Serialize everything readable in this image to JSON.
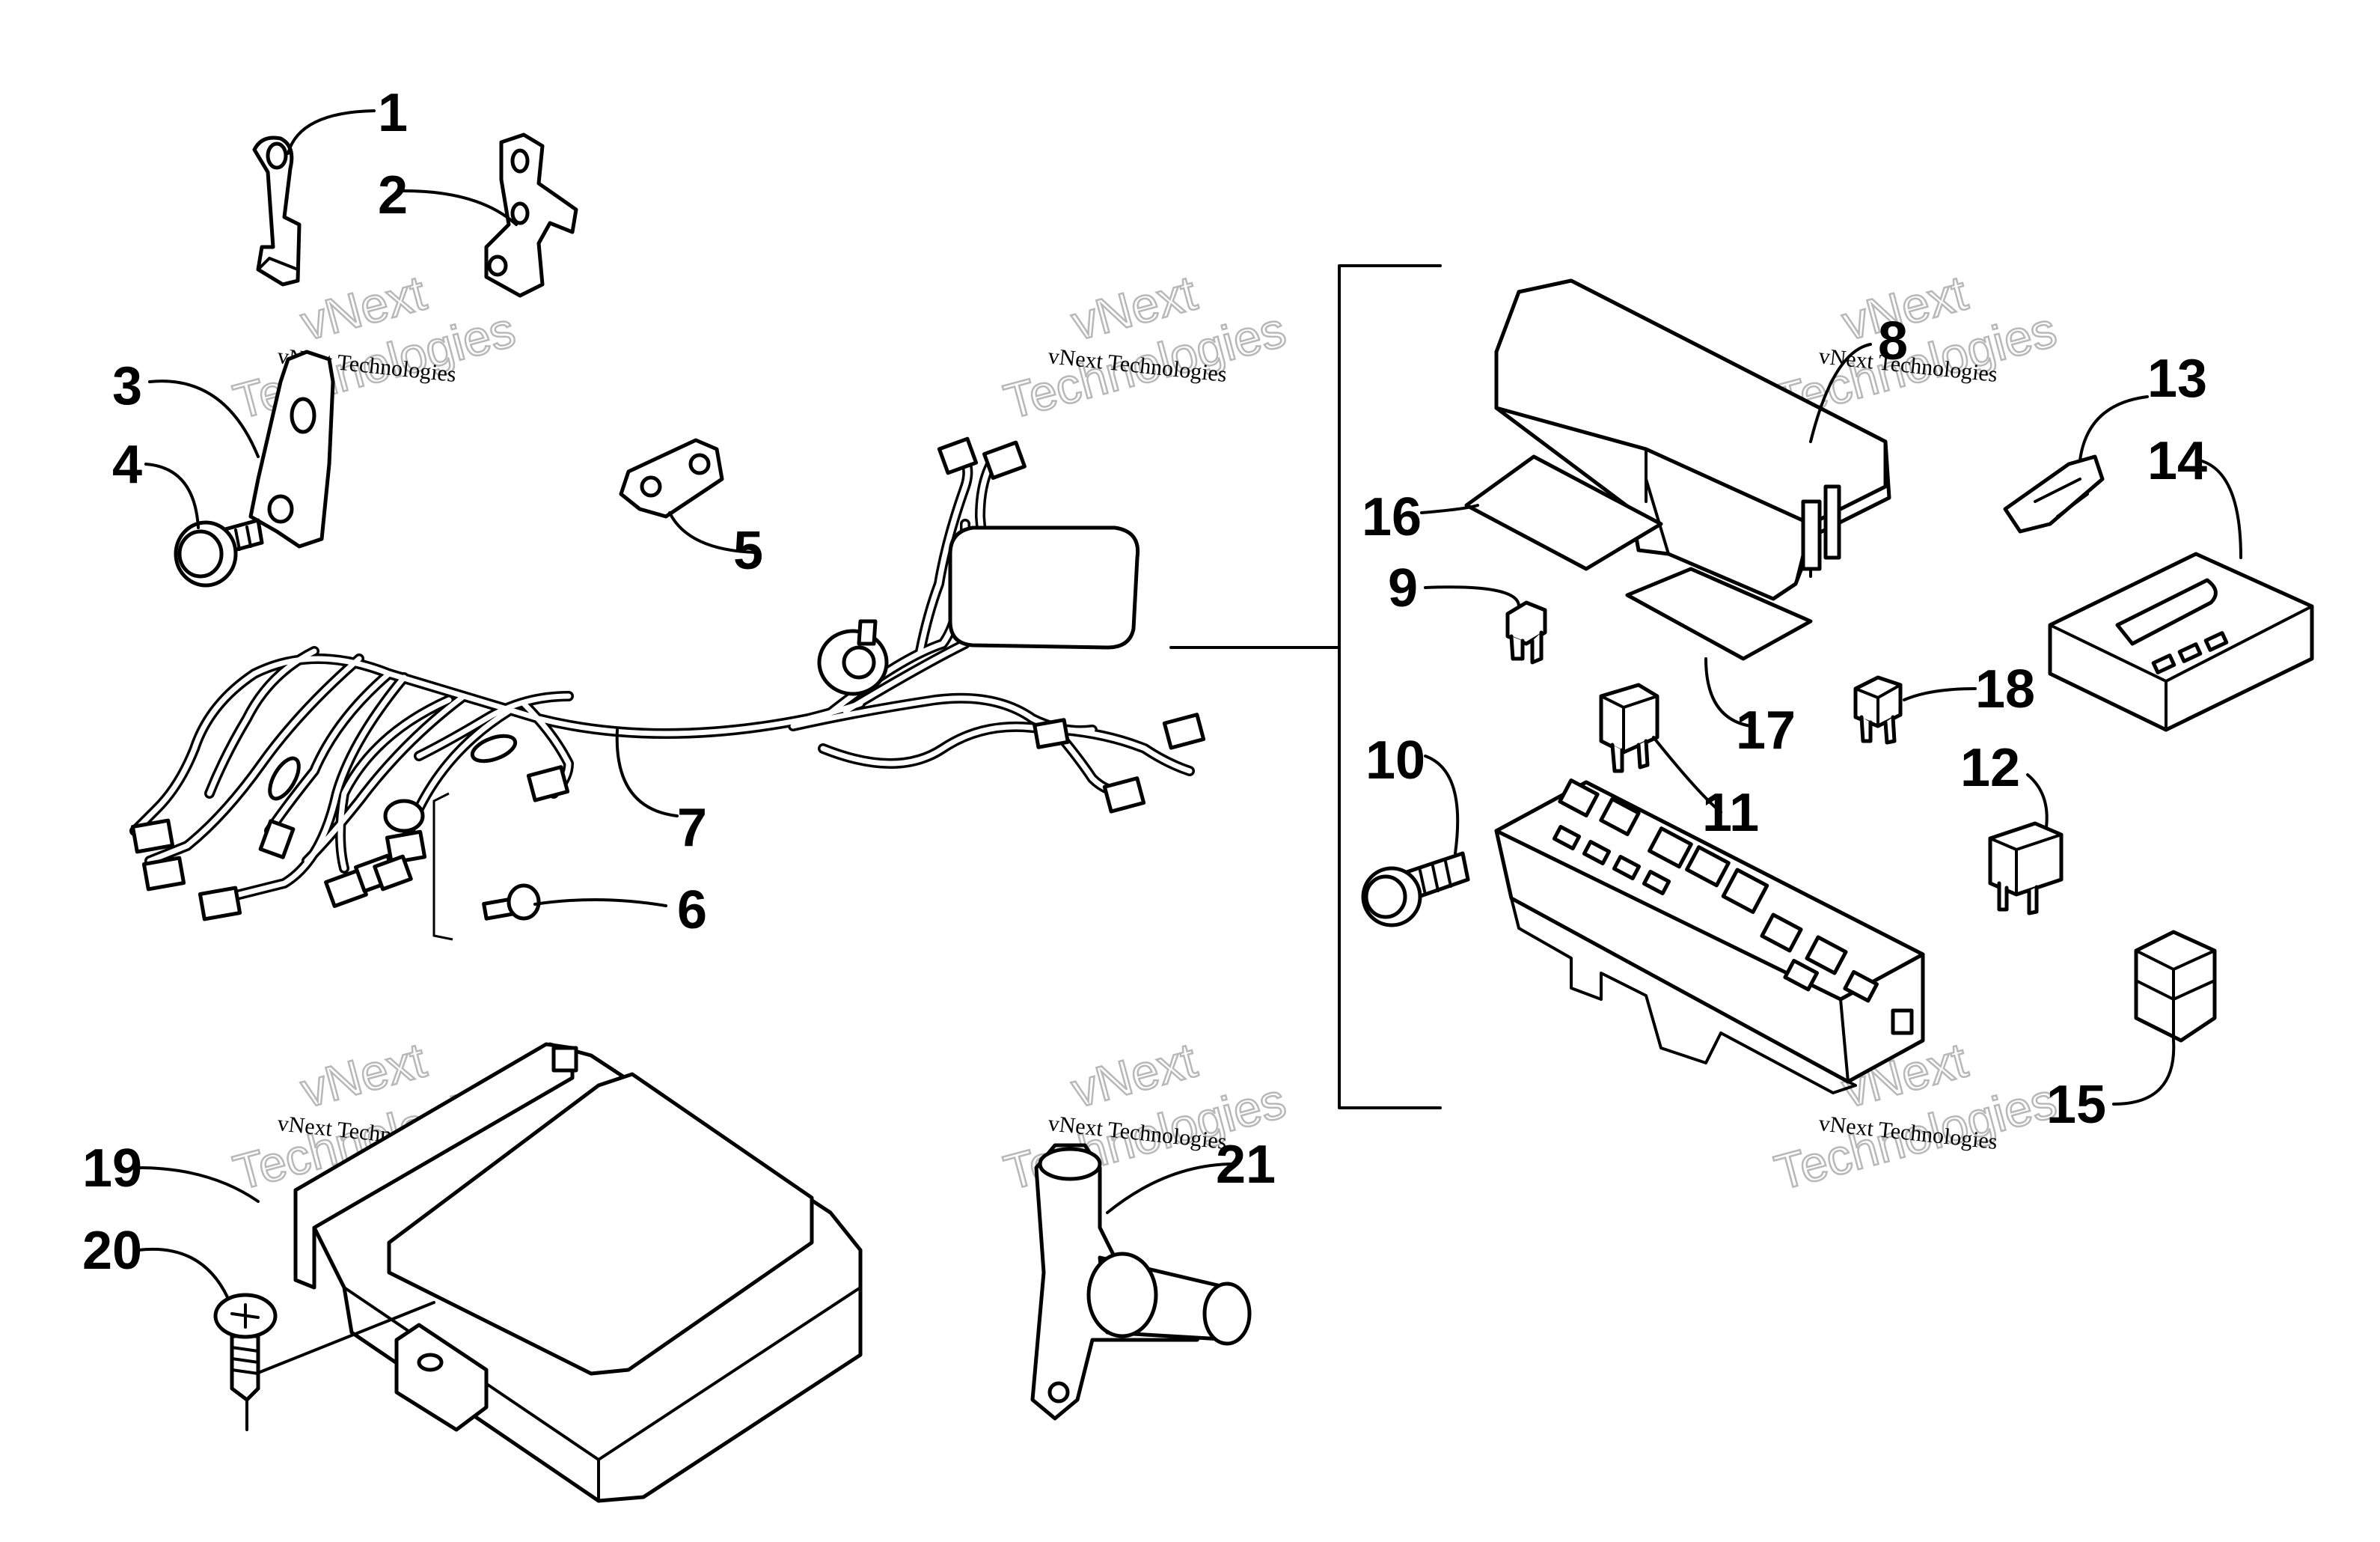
{
  "callouts": {
    "1": "1",
    "2": "2",
    "3": "3",
    "4": "4",
    "5": "5",
    "6": "6",
    "7": "7",
    "8": "8",
    "9": "9",
    "10": "10",
    "11": "11",
    "12": "12",
    "13": "13",
    "14": "14",
    "15": "15",
    "16": "16",
    "17": "17",
    "18": "18",
    "19": "19",
    "20": "20",
    "21": "21"
  },
  "watermark": {
    "company": "vNext Technologies",
    "brand": "vNext",
    "word": "Technologies"
  }
}
